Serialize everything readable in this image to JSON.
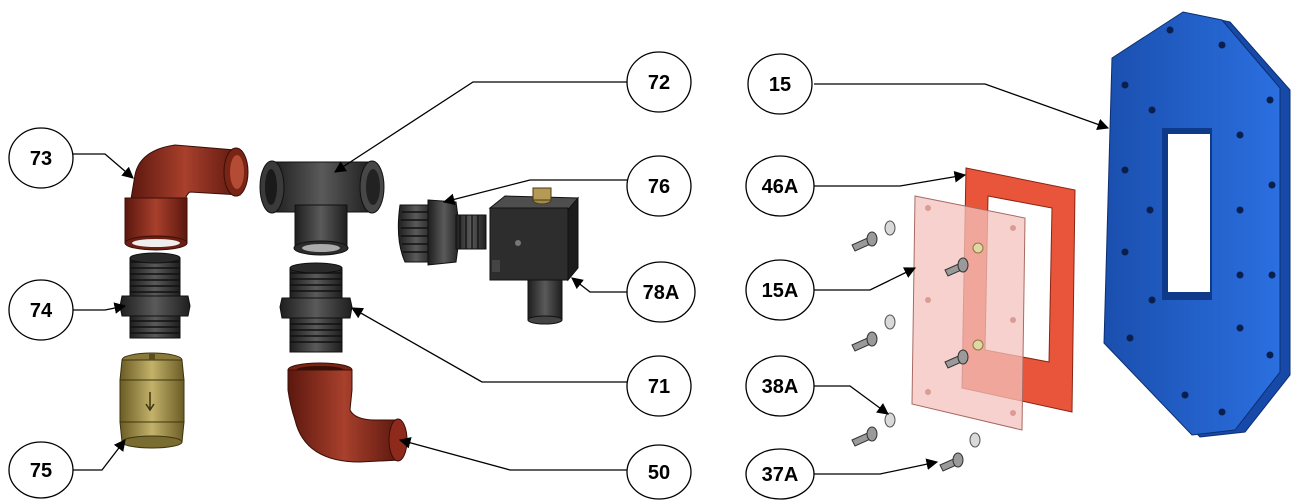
{
  "labels": {
    "l73": "73",
    "l74": "74",
    "l75": "75",
    "l72": "72",
    "l76": "76",
    "l78a": "78A",
    "l71": "71",
    "l50": "50",
    "l15": "15",
    "l46a": "46A",
    "l15a": "15A",
    "l38a": "38A",
    "l37a": "37A"
  },
  "colors": {
    "elbow_red": "#8e2a1c",
    "dark_part": "#3b3b3b",
    "brass": "#9a8a4a",
    "blue_plate": "#1f5fc8",
    "gasket_red": "#e8553a",
    "clear_plate": "#f4c2bc"
  }
}
